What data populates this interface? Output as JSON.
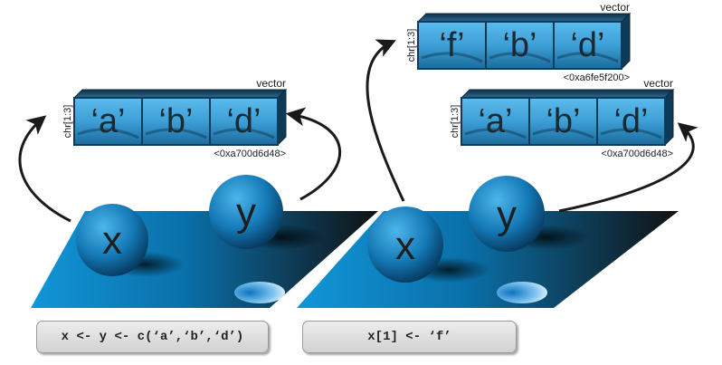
{
  "panels": [
    {
      "code": "x <- y <- c(‘a’,‘b’,‘d’)",
      "variables": [
        "x",
        "y"
      ],
      "vectors": [
        {
          "type_label": "vector",
          "dim_label": "chr[1:3]",
          "cells": [
            "‘a’",
            "‘b’",
            "‘d’"
          ],
          "address": "<0xa700d6d48>"
        }
      ]
    },
    {
      "code": "x[1] <- ‘f’",
      "variables": [
        "x",
        "y"
      ],
      "vectors": [
        {
          "type_label": "vector",
          "dim_label": "chr[1:3]",
          "cells": [
            "‘f’",
            "‘b’",
            "‘d’"
          ],
          "address": "<0xa6fe5f200>"
        },
        {
          "type_label": "vector",
          "dim_label": "chr[1:3]",
          "cells": [
            "‘a’",
            "‘b’",
            "‘d’"
          ],
          "address": "<0xa700d6d48>"
        }
      ]
    }
  ],
  "colors": {
    "plane_blue": "#0e8fd0",
    "plane_dark": "#141414",
    "ball_light": "#3aa6df",
    "ball_dark": "#063a60",
    "cell_light": "#6fc7f2",
    "cell_dark": "#1d6e9f",
    "cell_top": "#1d4f6e",
    "arrow": "#1a1a1a"
  }
}
